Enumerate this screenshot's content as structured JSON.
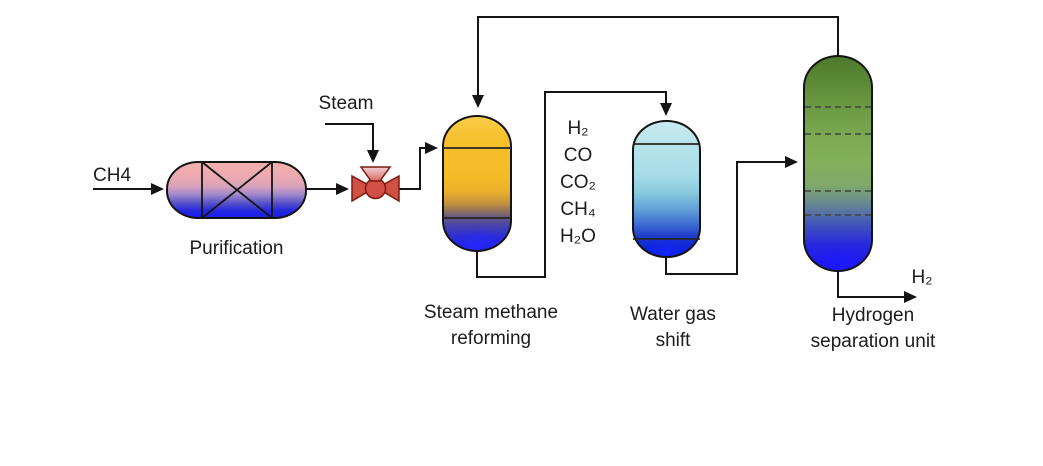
{
  "diagram": {
    "feed_label": "CH4",
    "steam_label": "Steam",
    "product_label": "H₂",
    "units": {
      "purification": {
        "label": "Purification"
      },
      "steam_methane_reforming": {
        "label_line1": "Steam methane",
        "label_line2": "reforming"
      },
      "water_gas_shift": {
        "label_line1": "Water gas",
        "label_line2": "shift"
      },
      "hydrogen_separation": {
        "label_line1": "Hydrogen",
        "label_line2": "separation unit"
      }
    },
    "smr_outlet_composition": [
      "H₂",
      "CO",
      "CO₂",
      "CH₄",
      "H₂O"
    ],
    "colors": {
      "line": "#1a1a1a",
      "valve_red": "#d05045",
      "valve_funnel_pink": "#f2c3cb",
      "purification_top": "#f0b0ae",
      "purification_bottom": "#1a1ef0",
      "reformer_top": "#f6c02b",
      "reformer_bottom": "#1b1cf0",
      "shift_top": "#b6e3eb",
      "shift_bottom": "#0a1ae6",
      "separator_top": "#4e782c",
      "separator_mid": "#84b05c",
      "separator_bottom": "#1d16f6"
    }
  }
}
